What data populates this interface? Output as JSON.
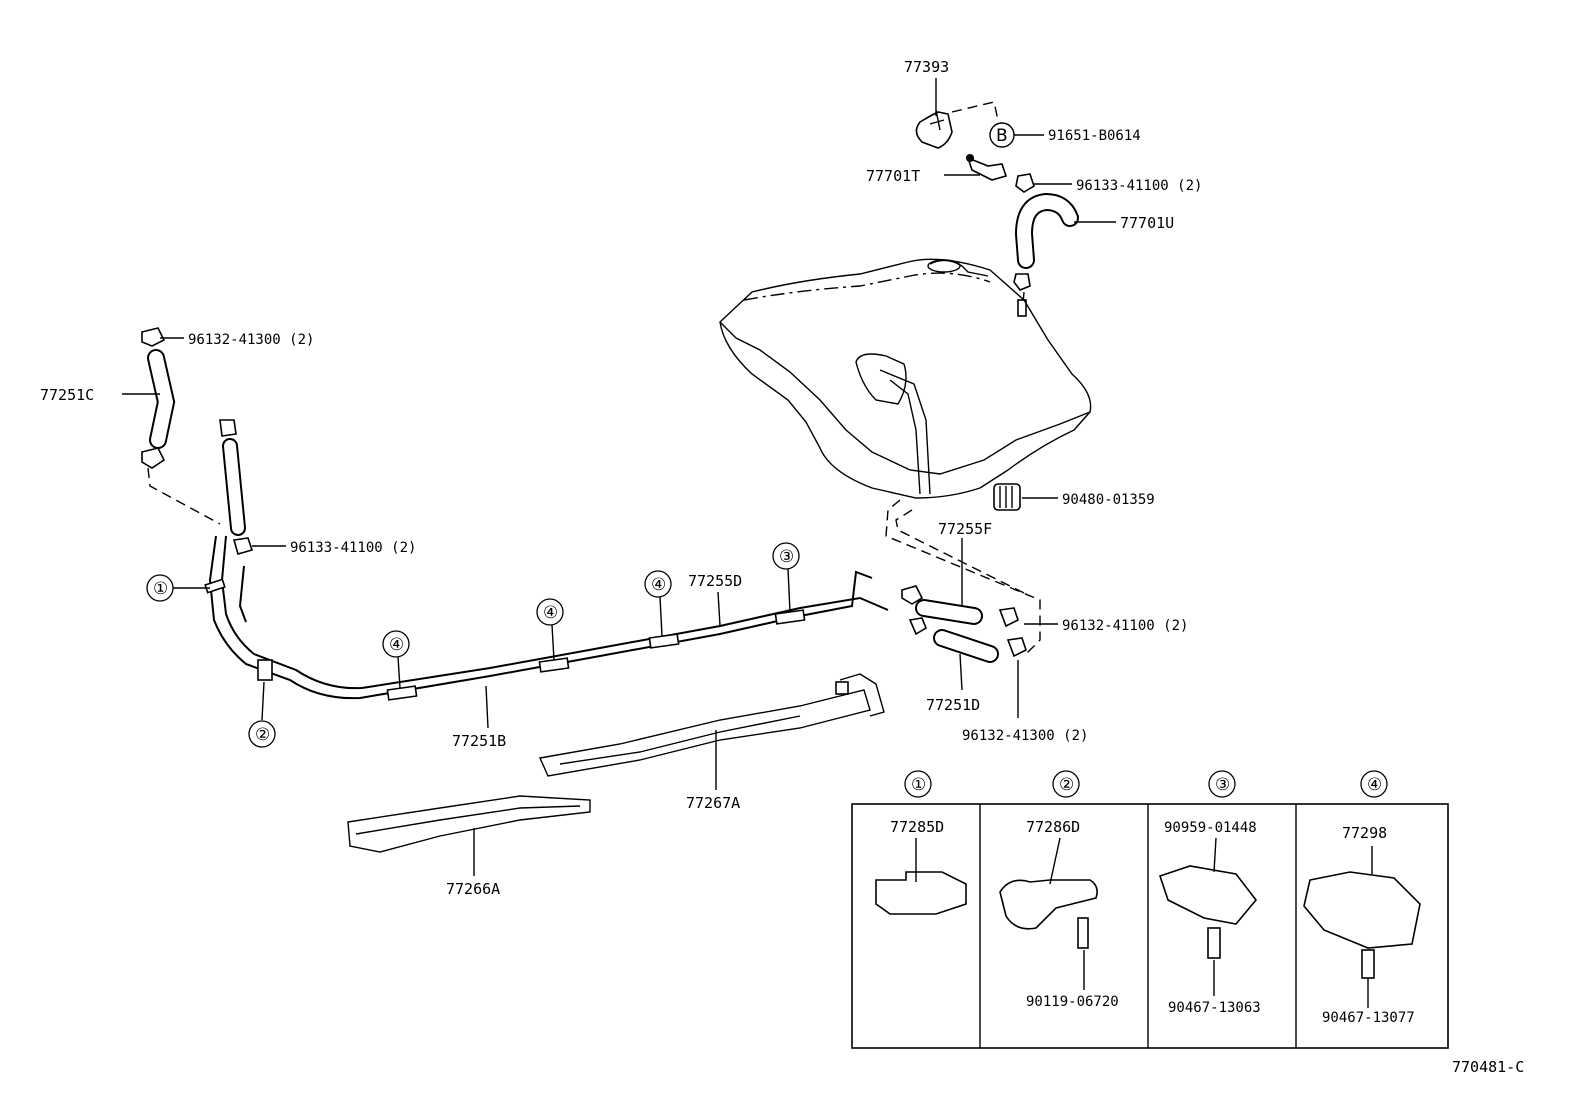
{
  "labels": {
    "p77393": "77393",
    "p91651": "91651-B0614",
    "callout_b": "B",
    "p77701T": "77701T",
    "p96133_top": "96133-41100 (2)",
    "p77701U": "77701U",
    "p96132_left": "96132-41300 (2)",
    "p77251C": "77251C",
    "p96133_left": "96133-41100 (2)",
    "p90480": "90480-01359",
    "p77255F": "77255F",
    "p77255D": "77255D",
    "p96132_41100": "96132-41100 (2)",
    "p77251D": "77251D",
    "p96132_bottom": "96132-41300 (2)",
    "p77251B": "77251B",
    "p77267A": "77267A",
    "p77266A": "77266A",
    "drawing_no": "770481-C"
  },
  "callouts": {
    "c1": "①",
    "c2": "②",
    "c3": "③",
    "c4": "④"
  },
  "detail_table": {
    "headers": [
      "①",
      "②",
      "③",
      "④"
    ],
    "cells": [
      {
        "part": "77285D",
        "sub": ""
      },
      {
        "part": "77286D",
        "sub": "90119-06720"
      },
      {
        "part": "90959-01448",
        "sub": "90467-13063"
      },
      {
        "part": "77298",
        "sub": "90467-13077"
      }
    ]
  }
}
